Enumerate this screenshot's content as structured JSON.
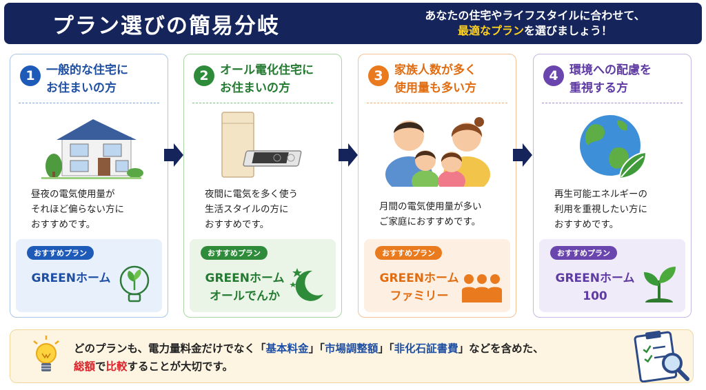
{
  "header": {
    "title": "プラン選びの簡易分岐",
    "subtitle_line1": "あなたの住宅やライフスタイルに合わせて、",
    "subtitle_highlight": "最適なプラン",
    "subtitle_line2_rest": "を選びましょう！"
  },
  "cards": [
    {
      "number": "1",
      "title": "一般的な住宅に\nお住まいの方",
      "description": "昼夜の電気使用量が\nそれほど偏らない方に\nおすすめです。",
      "badge": "おすすめプラン",
      "plan_name": "GREENホーム",
      "illustration": "house-icon",
      "plan_icon": "lightbulb-leaf-icon",
      "color": "#1e5bb8"
    },
    {
      "number": "2",
      "title": "オール電化住宅に\nお住まいの方",
      "description": "夜間に電気を多く使う\n生活スタイルの方に\nおすすめです。",
      "badge": "おすすめプラン",
      "plan_name": "GREENホーム\nオールでんか",
      "illustration": "water-heater-ih-stove-icon",
      "plan_icon": "moon-stars-icon",
      "color": "#2e8b3a"
    },
    {
      "number": "3",
      "title": "家族人数が多く\n使用量も多い方",
      "description": "月間の電気使用量が多い\nご家庭におすすめです。",
      "badge": "おすすめプラン",
      "plan_name": "GREENホーム\nファミリー",
      "illustration": "family-icon",
      "plan_icon": "people-group-icon",
      "color": "#ea7a1e"
    },
    {
      "number": "4",
      "title": "環境への配慮を\n重視する方",
      "description": "再生可能エネルギーの\n利用を重視したい方に\nおすすめです。",
      "badge": "おすすめプラン",
      "plan_name": "GREENホーム100",
      "illustration": "earth-leaf-icon",
      "plan_icon": "sprout-icon",
      "color": "#6a45ad"
    }
  ],
  "note": {
    "part1": "どのプランも、電力量料金だけでなく「",
    "kw1": "基本料金",
    "part2": "」「",
    "kw2": "市場調整額",
    "part3": "」「",
    "kw3": "非化石証書費",
    "part4": "」などを含めた、",
    "red1": "総額",
    "part5": "で",
    "red2": "比較",
    "part6": "することが大切です。",
    "left_icon": "lightbulb-icon",
    "right_icon": "clipboard-magnifier-icon"
  },
  "colors": {
    "header_bg": "#15245a",
    "highlight": "#ffd21f",
    "arrow": "#15245a"
  }
}
